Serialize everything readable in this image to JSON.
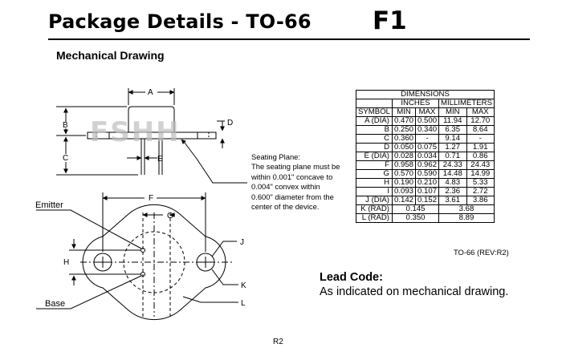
{
  "header": {
    "title": "Package Details - TO-66",
    "code": "F1",
    "section": "Mechanical Drawing"
  },
  "drawing": {
    "watermark": "FSHH",
    "labels": {
      "A": "A",
      "B": "B",
      "C": "C",
      "D": "D",
      "E": "E",
      "F": "F",
      "G": "G",
      "H": "H",
      "J": "J",
      "K": "K",
      "L": "L",
      "emitter": "Emitter",
      "base": "Base"
    }
  },
  "seating_note": {
    "title": "Seating Plane:",
    "lines": [
      "The seating plane must be",
      "within 0.001\" concave to",
      "0.004\" convex within",
      "0.600\" diameter from the",
      "center of the device."
    ]
  },
  "dimensions_table": {
    "title": "DIMENSIONS",
    "group_inches": "INCHES",
    "group_mm": "MILLIMETERS",
    "symbol_header": "SYMBOL",
    "min_label": "MIN",
    "max_label": "MAX",
    "rows": [
      {
        "sym": "A (DIA)",
        "in_min": "0.470",
        "in_max": "0.500",
        "mm_min": "11.94",
        "mm_max": "12.70"
      },
      {
        "sym": "B",
        "in_min": "0.250",
        "in_max": "0.340",
        "mm_min": "6.35",
        "mm_max": "8.64"
      },
      {
        "sym": "C",
        "in_min": "0.360",
        "in_max": "-",
        "mm_min": "9.14",
        "mm_max": "-"
      },
      {
        "sym": "D",
        "in_min": "0.050",
        "in_max": "0.075",
        "mm_min": "1.27",
        "mm_max": "1.91"
      },
      {
        "sym": "E (DIA)",
        "in_min": "0.028",
        "in_max": "0.034",
        "mm_min": "0.71",
        "mm_max": "0.86"
      },
      {
        "sym": "F",
        "in_min": "0.958",
        "in_max": "0.962",
        "mm_min": "24.33",
        "mm_max": "24.43"
      },
      {
        "sym": "G",
        "in_min": "0.570",
        "in_max": "0.590",
        "mm_min": "14.48",
        "mm_max": "14.99"
      },
      {
        "sym": "H",
        "in_min": "0.190",
        "in_max": "0.210",
        "mm_min": "4.83",
        "mm_max": "5.33"
      },
      {
        "sym": "I",
        "in_min": "0.093",
        "in_max": "0.107",
        "mm_min": "2.36",
        "mm_max": "2.72"
      },
      {
        "sym": "J (DIA)",
        "in_min": "0.142",
        "in_max": "0.152",
        "mm_min": "3.61",
        "mm_max": "3.86"
      }
    ],
    "single_rows": [
      {
        "sym": "K (RAD)",
        "in": "0.145",
        "mm": "3.68"
      },
      {
        "sym": "L (RAD)",
        "in": "0.350",
        "mm": "8.89"
      }
    ],
    "reference": "TO-66 (REV:R2)"
  },
  "lead_code": {
    "title": "Lead Code:",
    "text": "As indicated on mechanical drawing."
  },
  "footer": {
    "page": "R2"
  }
}
